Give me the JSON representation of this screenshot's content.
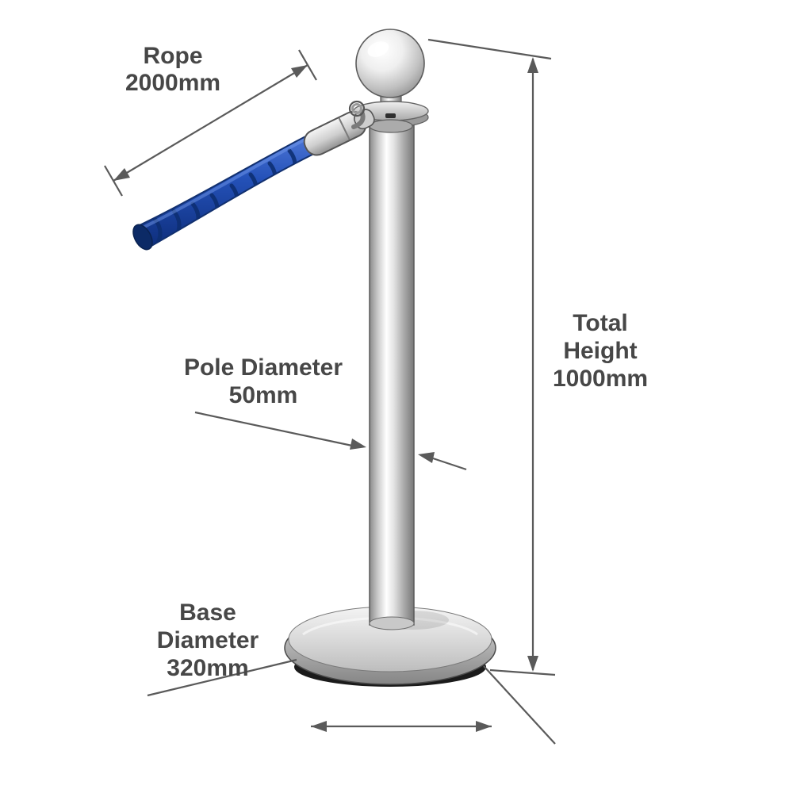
{
  "title": "Rope barrier post dimension diagram",
  "colors": {
    "rope_blue": "#2451b8",
    "rope_dark_blue": "#0d2d7a",
    "dimension_gray": "#5a5a5a",
    "text_gray": "#474747",
    "metal_light": "#f2f2f2",
    "metal_dark": "#8c8c8c"
  },
  "labels": {
    "rope": {
      "line1": "Rope",
      "line2": "2000mm"
    },
    "total_height": {
      "line1": "Total",
      "line2": "Height",
      "line3": "1000mm"
    },
    "pole_diameter": {
      "line1": "Pole Diameter",
      "line2": "50mm"
    },
    "base_diameter": {
      "line1": "Base",
      "line2": "Diameter",
      "line3": "320mm"
    }
  },
  "dimensions": {
    "rope_length_mm": 2000,
    "total_height_mm": 1000,
    "pole_diameter_mm": 50,
    "base_diameter_mm": 320
  }
}
